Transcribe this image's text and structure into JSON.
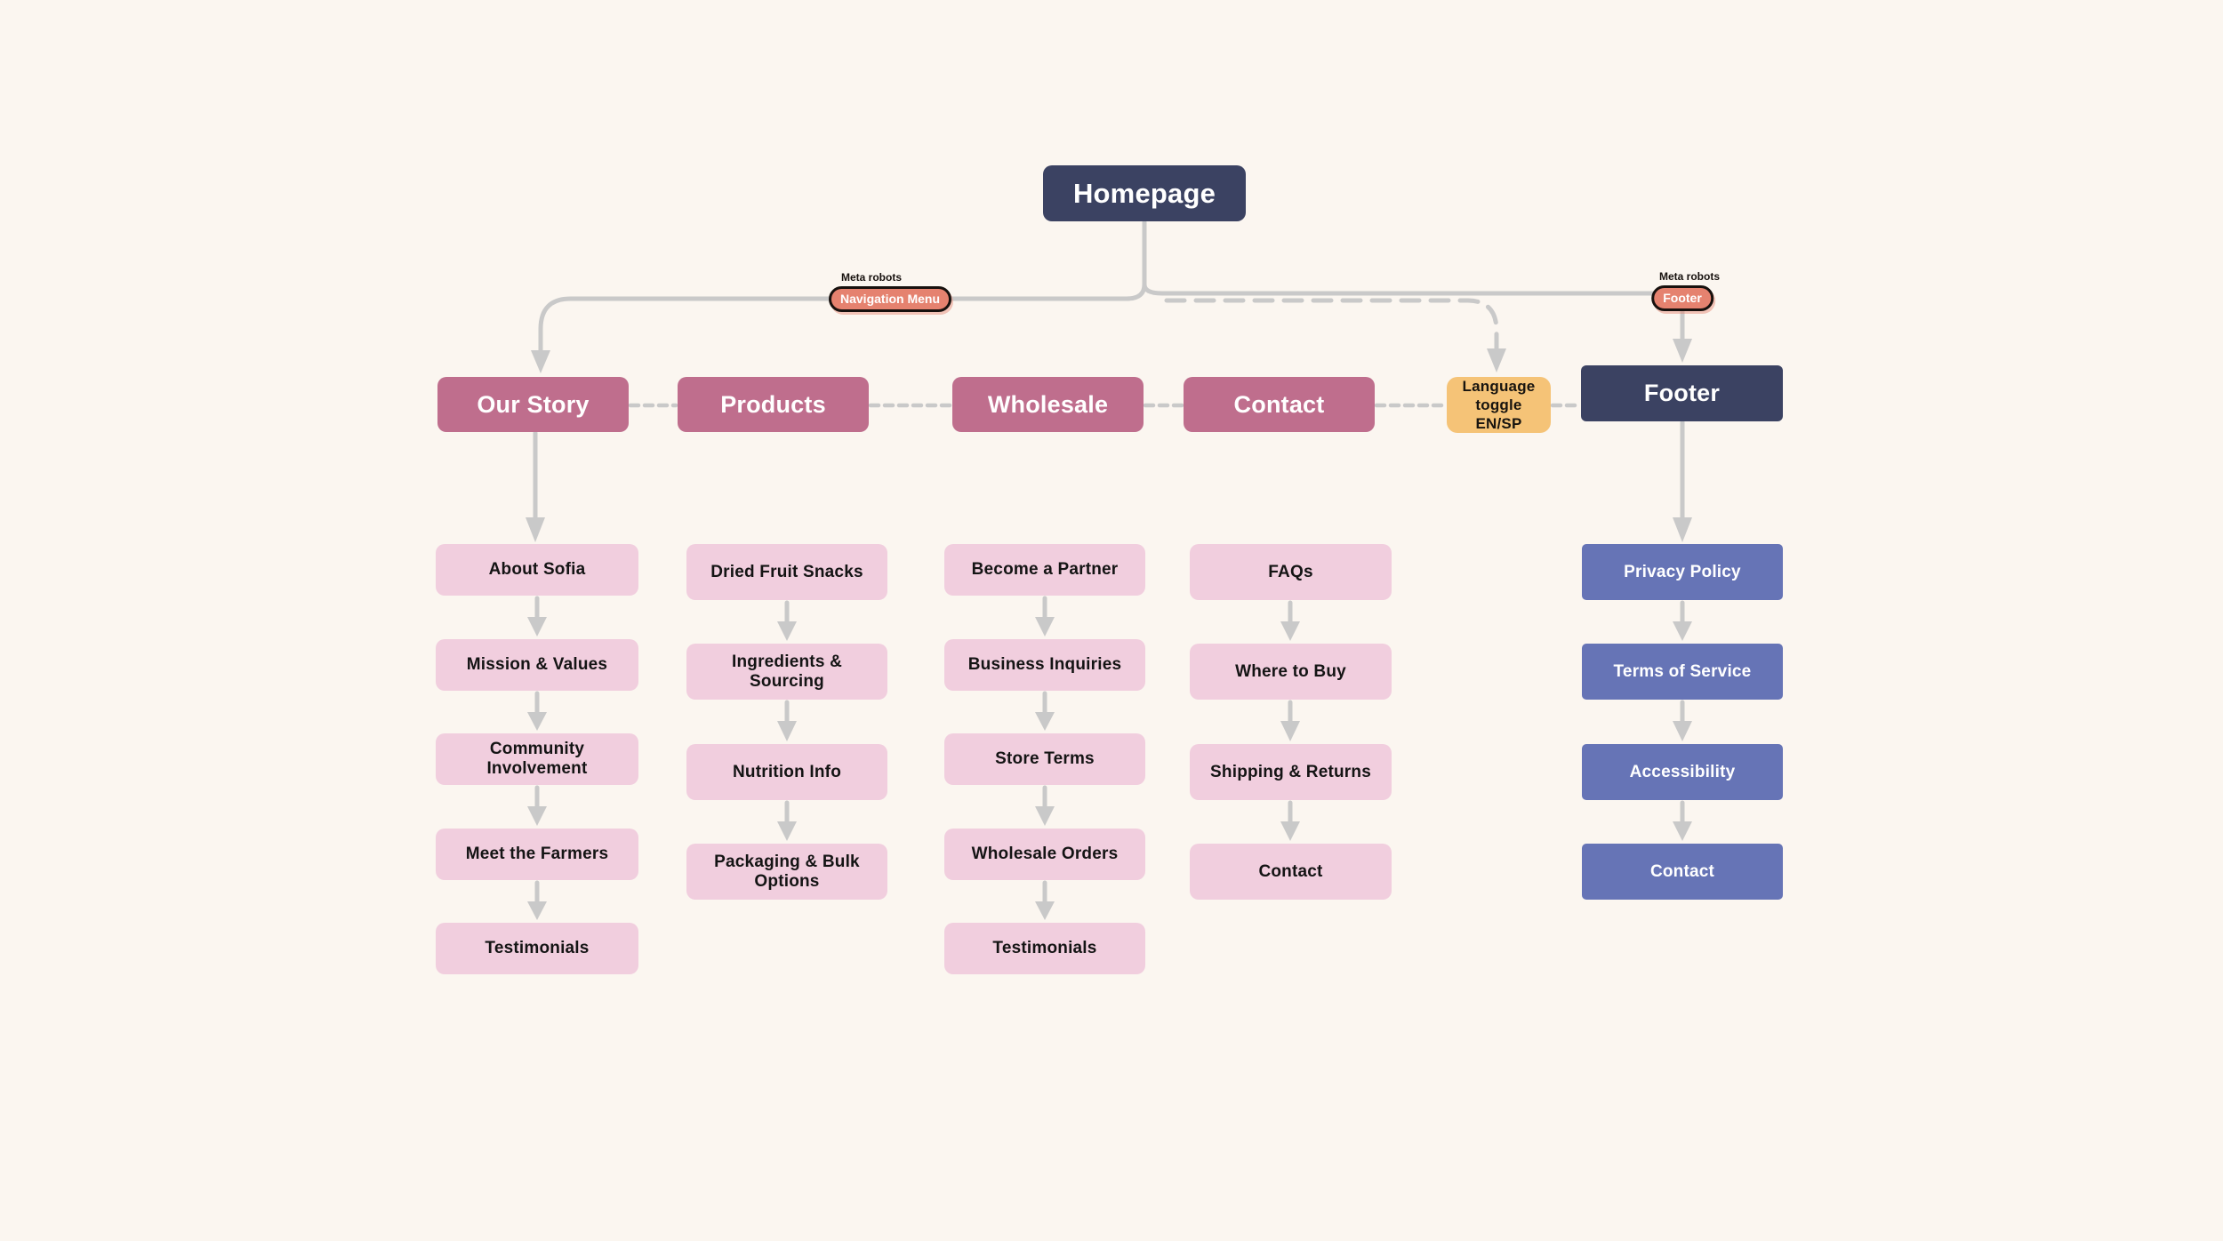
{
  "diagram": {
    "title_node": "Homepage",
    "nav_nodes": [
      "Our Story",
      "Products",
      "Wholesale",
      "Contact"
    ],
    "language_node": "Language toggle EN/SP",
    "footer_node": "Footer",
    "badges": [
      {
        "caption": "Meta robots",
        "label": "Navigation Menu"
      },
      {
        "caption": "Meta robots",
        "label": "Footer"
      }
    ],
    "columns": [
      {
        "parent": "Our Story",
        "children": [
          "About Sofia",
          "Mission & Values",
          "Community Involvement",
          "Meet the Farmers",
          "Testimonials"
        ]
      },
      {
        "parent": "Products",
        "children": [
          "Dried Fruit Snacks",
          "Ingredients & Sourcing",
          "Nutrition Info",
          "Packaging & Bulk Options"
        ]
      },
      {
        "parent": "Wholesale",
        "children": [
          "Become a Partner",
          "Business Inquiries",
          "Store Terms",
          "Wholesale Orders",
          "Testimonials"
        ]
      },
      {
        "parent": "Contact",
        "children": [
          "FAQs",
          "Where to Buy",
          "Shipping & Returns",
          "Contact"
        ]
      },
      {
        "parent": "Footer",
        "children": [
          "Privacy Policy",
          "Terms of Service",
          "Accessibility",
          "Contact"
        ]
      }
    ],
    "colors": {
      "background": "#fbf6f0",
      "navy": "#3b4262",
      "rose": "#bf6e8d",
      "pink": "#f1cede",
      "blue": "#6674b6",
      "yellow": "#f5c377",
      "badge_salmon": "#e5826f",
      "connector_gray": "#c9c9c9"
    }
  }
}
